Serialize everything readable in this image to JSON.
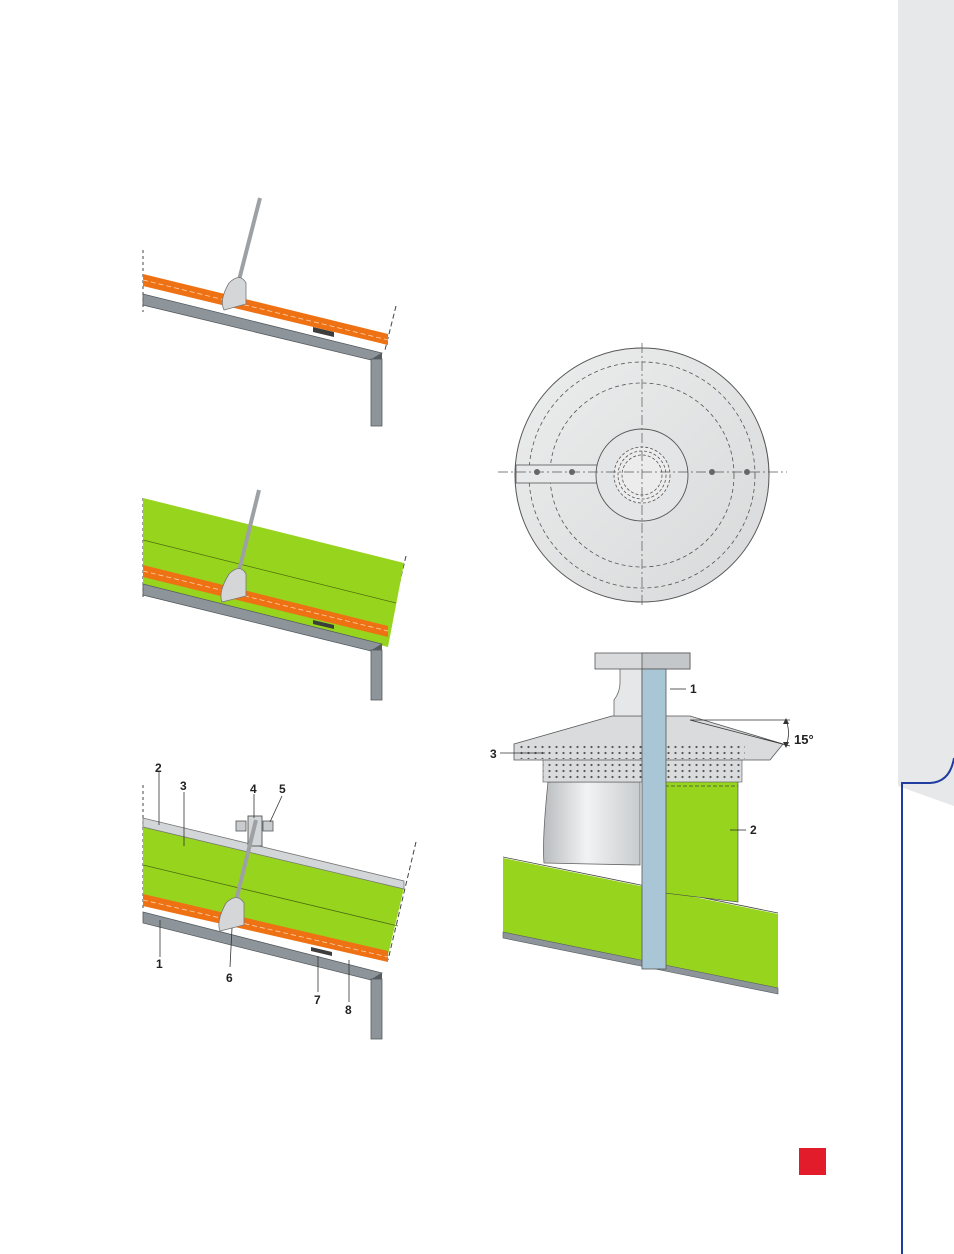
{
  "colors": {
    "page_background": "#ffffff",
    "side_tab": "#e6e8ea",
    "side_tab_border": "#1f3c9e",
    "page_marker": "#e31c2c",
    "insulation_green": "#97d41e",
    "membrane_orange": "#ee7114",
    "steel_gray": "#8e959a",
    "steel_dark": "#555b5f",
    "pipe_blue": "#a9c6d6",
    "disc_gray": "#e3e4e5",
    "dark_gasket": "#3d3d3d"
  },
  "figures": {
    "detail_a": {
      "name": "roof-section-membrane-only"
    },
    "detail_b": {
      "name": "roof-section-with-insulation"
    },
    "detail_c": {
      "name": "roof-section-with-cladding",
      "callouts": [
        "2",
        "3",
        "4",
        "5",
        "1",
        "6",
        "7",
        "8"
      ]
    },
    "plan_view": {
      "name": "circular-plan-view"
    },
    "pipe_section": {
      "name": "pipe-penetration-section",
      "callouts": [
        "1",
        "3",
        "2"
      ],
      "angle_label": "15°"
    }
  },
  "icons": {
    "page_marker": "red-square-marker",
    "side_tab": "side-tab-shape"
  }
}
